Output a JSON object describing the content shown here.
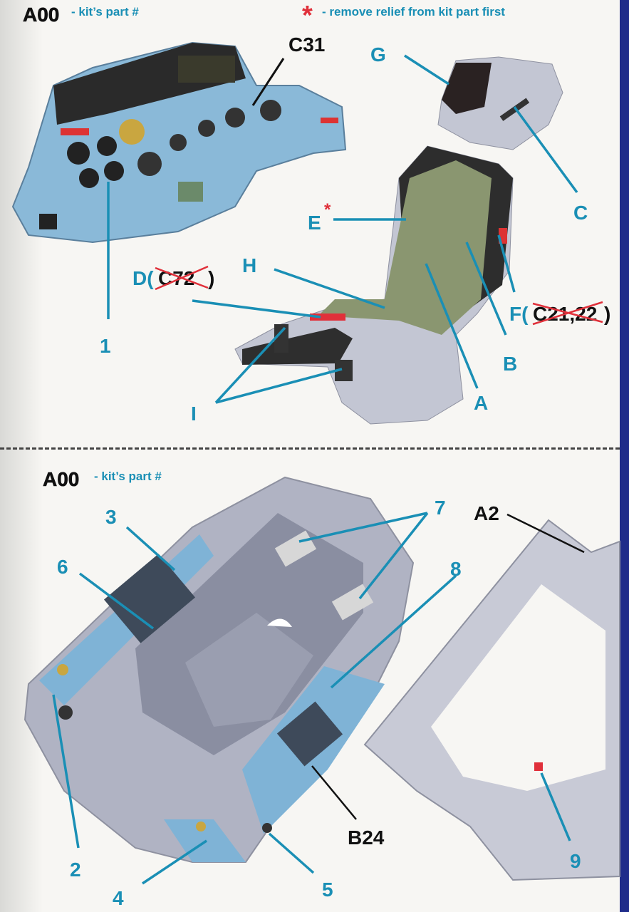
{
  "top": {
    "legend_code": "A00",
    "legend_text": "- kit’s part #",
    "star": "*",
    "star_text": "- remove relief from kit part first",
    "labels": {
      "c31": "C31",
      "g": "G",
      "c": "C",
      "e": "E",
      "e_star": "*",
      "h": "H",
      "d_prefix": "D(",
      "d_struck": "C72",
      "d_suffix": ")",
      "f_prefix": "F(",
      "f_struck": "C21,22",
      "f_suffix": ")",
      "one": "1",
      "a": "A",
      "b": "B",
      "i": "I"
    }
  },
  "bottom": {
    "legend_code": "A00",
    "legend_text": "- kit’s part #",
    "labels": {
      "three": "3",
      "six": "6",
      "seven": "7",
      "eight": "8",
      "a2": "A2",
      "b24": "B24",
      "two": "2",
      "four": "4",
      "five": "5",
      "nine": "9"
    }
  },
  "colors": {
    "teal": "#1a8fb5",
    "red": "#e0303a",
    "panel_blue": "#7fb3d6",
    "grey_part": "#b9bccb"
  }
}
